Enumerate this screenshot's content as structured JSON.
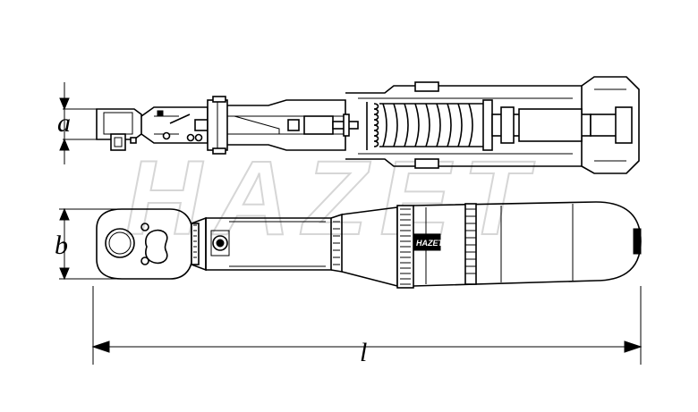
{
  "watermark": {
    "text": "HAZET"
  },
  "tool_logo": {
    "text": "HAZET"
  },
  "dimensions": {
    "a": {
      "label": "a"
    },
    "b": {
      "label": "b"
    },
    "l": {
      "label": "l"
    }
  }
}
